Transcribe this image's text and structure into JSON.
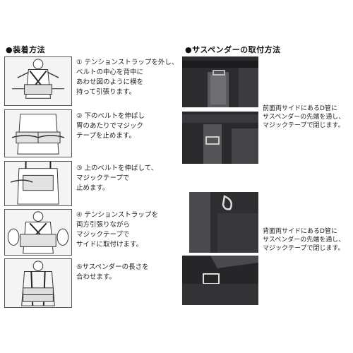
{
  "left_heading": "●装着方法",
  "right_heading": "●サスペンダーの取付方法",
  "steps": [
    {
      "text": "① テンションストラップを外し、\nベルトの中心を背中に\nあわせ図のように横を\n持って引張ります。"
    },
    {
      "text": "② 下のベルトを伸ばし\n胃のあたりでマジック\nテープを止めます。"
    },
    {
      "text": "③ 上のベルトを伸ばして、\nマジックテープで\n止めます。"
    },
    {
      "text": "④ テンションストラップを\n両方引張りながら\nマジックテープで\nサイドに取付けます。"
    },
    {
      "text": "⑤サスペンダーの長さを\n合わせます。"
    }
  ],
  "captions": [
    {
      "text": "前面両サイドにあるD管に\nサスペンダーの先端を通し、\nマジックテープで閉じます。"
    },
    {
      "text": "背面両サイドにあるD管に\nサスペンダーの先端を通し、\nマジックテープで閉じます。"
    }
  ]
}
